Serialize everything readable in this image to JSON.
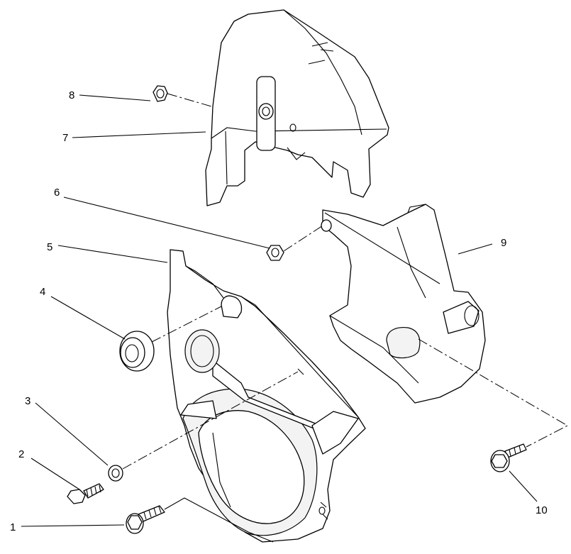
{
  "diagram": {
    "callouts": [
      {
        "id": "1",
        "label": "1"
      },
      {
        "id": "2",
        "label": "2"
      },
      {
        "id": "3",
        "label": "3"
      },
      {
        "id": "4",
        "label": "4"
      },
      {
        "id": "5",
        "label": "5"
      },
      {
        "id": "6",
        "label": "6"
      },
      {
        "id": "7",
        "label": "7"
      },
      {
        "id": "8",
        "label": "8"
      },
      {
        "id": "9",
        "label": "9"
      },
      {
        "id": "10",
        "label": "10"
      }
    ],
    "parts": [
      {
        "callout": "1",
        "icon": "flange-bolt-icon"
      },
      {
        "callout": "2",
        "icon": "hex-bolt-icon"
      },
      {
        "callout": "3",
        "icon": "washer-icon"
      },
      {
        "callout": "4",
        "icon": "grommet-icon"
      },
      {
        "callout": "5",
        "icon": "lower-cover-icon"
      },
      {
        "callout": "6",
        "icon": "flange-nut-icon"
      },
      {
        "callout": "7",
        "icon": "upper-cover-icon"
      },
      {
        "callout": "8",
        "icon": "flange-nut-icon"
      },
      {
        "callout": "9",
        "icon": "rear-cover-icon"
      },
      {
        "callout": "10",
        "icon": "flange-bolt-icon"
      }
    ]
  }
}
